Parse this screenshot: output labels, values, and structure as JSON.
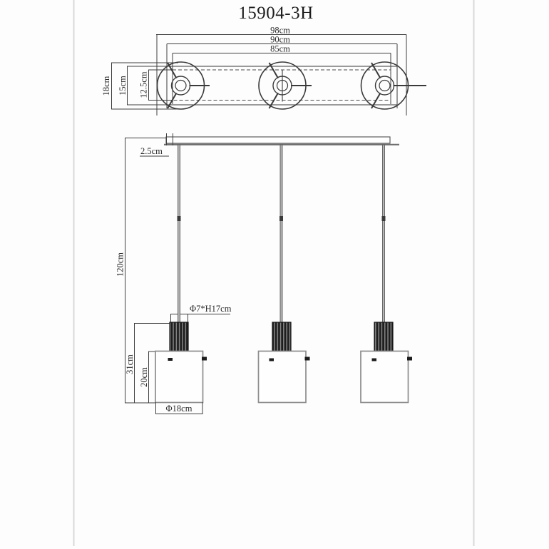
{
  "title": "15904-3H",
  "top_view": {
    "width_dims": [
      {
        "label": "98cm"
      },
      {
        "label": "90cm"
      },
      {
        "label": "85cm"
      }
    ],
    "height_dims": [
      {
        "label": "18cm"
      },
      {
        "label": "15cm"
      },
      {
        "label": "12.5cm"
      }
    ]
  },
  "front_view": {
    "canopy_thickness_label": "2.5cm",
    "drop_height_label": "120cm",
    "tube_label": "Φ7*H17cm",
    "fixture_height_label": "31cm",
    "shade_height_label": "20cm",
    "shade_diameter_label": "Φ18cm"
  },
  "colors": {
    "line": "#3f3f3f",
    "light_line": "#8c8c8c",
    "frame": "#d9d9d9",
    "tube_dark": "#1e1e1e"
  }
}
